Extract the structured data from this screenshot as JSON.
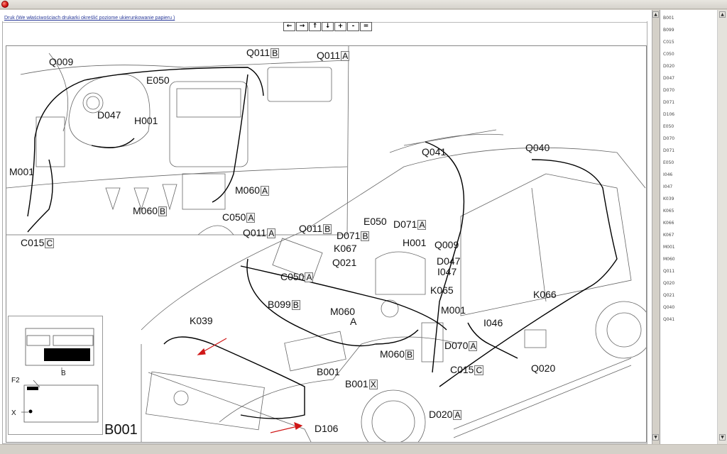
{
  "window": {
    "close_icon": "close-icon"
  },
  "toolbar": {
    "print_link": "Druk (We właściwościach drukarki określić poziome ukierunkowanie papieru )",
    "nav_buttons": [
      {
        "name": "pan-left-button",
        "label": "←"
      },
      {
        "name": "pan-right-button",
        "label": "→"
      },
      {
        "name": "pan-up-button",
        "label": "↑"
      },
      {
        "name": "pan-down-button",
        "label": "↓"
      },
      {
        "name": "zoom-in-button",
        "label": "+"
      },
      {
        "name": "zoom-out-button",
        "label": "-"
      },
      {
        "name": "zoom-reset-button",
        "label": "="
      }
    ]
  },
  "diagram": {
    "inset_title": "B001",
    "inset_labels": {
      "b": "B",
      "f2": "F2",
      "x": "X"
    },
    "labels": [
      {
        "code": "Q009",
        "suffix": ""
      },
      {
        "code": "Q011",
        "suffix": "B"
      },
      {
        "code": "Q011",
        "suffix": "A"
      },
      {
        "code": "E050",
        "suffix": ""
      },
      {
        "code": "D047",
        "suffix": ""
      },
      {
        "code": "H001",
        "suffix": ""
      },
      {
        "code": "M001",
        "suffix": ""
      },
      {
        "code": "M060",
        "suffix": "A"
      },
      {
        "code": "M060",
        "suffix": "B"
      },
      {
        "code": "C050",
        "suffix": "A"
      },
      {
        "code": "C015",
        "suffix": "C"
      },
      {
        "code": "Q041",
        "suffix": ""
      },
      {
        "code": "Q040",
        "suffix": ""
      },
      {
        "code": "Q011",
        "suffix": "A"
      },
      {
        "code": "Q011",
        "suffix": "B"
      },
      {
        "code": "D071",
        "suffix": "B"
      },
      {
        "code": "E050",
        "suffix": ""
      },
      {
        "code": "D071",
        "suffix": "A"
      },
      {
        "code": "K067",
        "suffix": ""
      },
      {
        "code": "H001",
        "suffix": ""
      },
      {
        "code": "Q009",
        "suffix": ""
      },
      {
        "code": "Q021",
        "suffix": ""
      },
      {
        "code": "D047",
        "suffix": ""
      },
      {
        "code": "C050",
        "suffix": "A"
      },
      {
        "code": "I047",
        "suffix": ""
      },
      {
        "code": "K065",
        "suffix": ""
      },
      {
        "code": "B099",
        "suffix": "B"
      },
      {
        "code": "M060",
        "suffix": ""
      },
      {
        "code": "A",
        "suffix": ""
      },
      {
        "code": "M001",
        "suffix": ""
      },
      {
        "code": "K066",
        "suffix": ""
      },
      {
        "code": "I046",
        "suffix": ""
      },
      {
        "code": "K039",
        "suffix": ""
      },
      {
        "code": "D070",
        "suffix": "A"
      },
      {
        "code": "M060",
        "suffix": "B"
      },
      {
        "code": "B001",
        "suffix": ""
      },
      {
        "code": "C015",
        "suffix": "C"
      },
      {
        "code": "Q020",
        "suffix": ""
      },
      {
        "code": "B001",
        "suffix": "X"
      },
      {
        "code": "D106",
        "suffix": ""
      },
      {
        "code": "D020",
        "suffix": "A"
      }
    ]
  },
  "sidebar": {
    "items": [
      "B001",
      "B099",
      "C015",
      "C050",
      "D020",
      "D047",
      "D070",
      "D071",
      "D106",
      "E050",
      "D070",
      "D071",
      "E050",
      "I046",
      "I047",
      "K039",
      "K065",
      "K066",
      "K067",
      "M001",
      "M060",
      "Q011",
      "Q020",
      "Q021",
      "Q040",
      "Q041"
    ]
  }
}
